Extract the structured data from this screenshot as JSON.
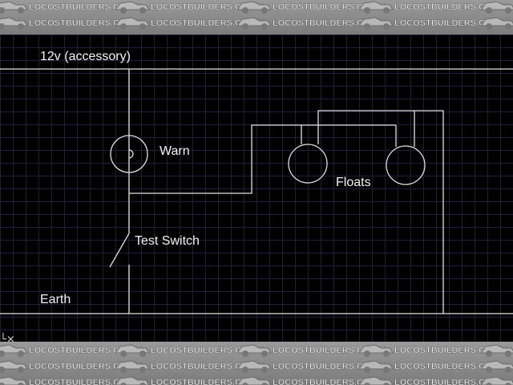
{
  "watermark": {
    "text": "LOCOSTBUILDERS.CO.UK"
  },
  "diagram": {
    "supply_label": "12v (accessory)",
    "warn_label": "Warn",
    "floats_label": "Floats",
    "switch_label": "Test Switch",
    "earth_label": "Earth"
  },
  "colors": {
    "background": "#000000",
    "grid": "#1f1f3a",
    "line": "#e0e0e0"
  },
  "icons": {
    "ucs": "ucs-axis-icon"
  }
}
